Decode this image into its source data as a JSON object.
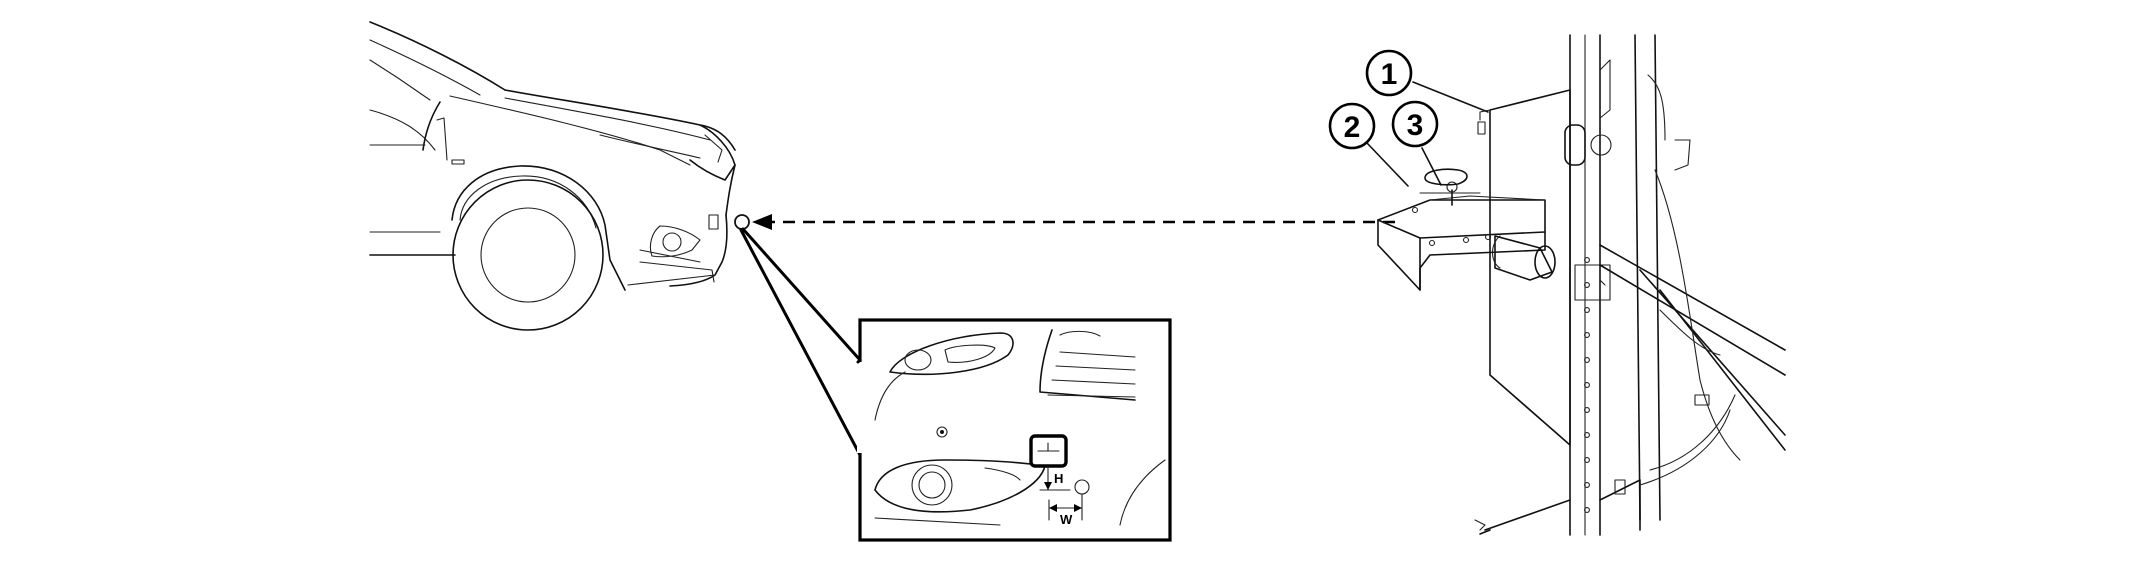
{
  "callouts": [
    {
      "id": "1",
      "label": "1"
    },
    {
      "id": "2",
      "label": "2"
    },
    {
      "id": "3",
      "label": "3"
    }
  ],
  "dimensions": {
    "height_label": "H",
    "width_label": "W"
  },
  "icons": {
    "vehicle": "car-front-icon",
    "target": "target-point-icon",
    "adjuster": "radar-adjuster-stand-icon"
  }
}
